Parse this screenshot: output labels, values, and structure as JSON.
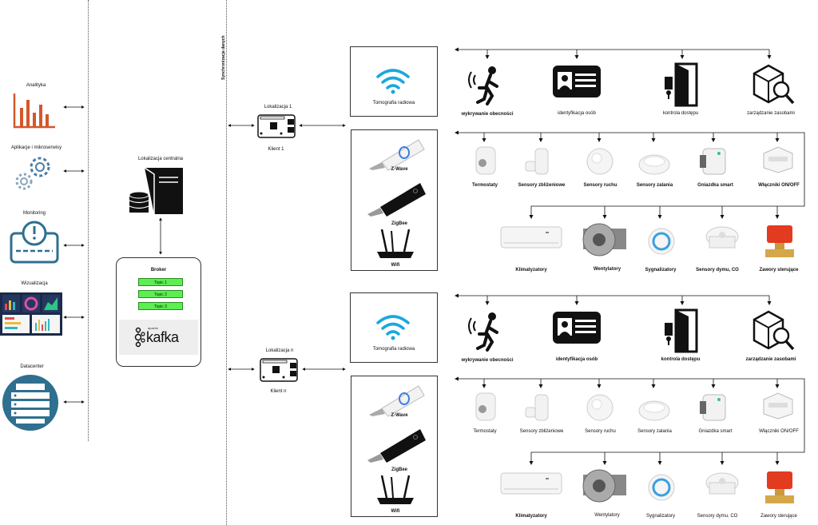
{
  "left_column": {
    "items": [
      {
        "label": "Analityka",
        "icon": "bar-chart-icon"
      },
      {
        "label": "Aplikacje i mikroserwisy",
        "icon": "gears-icon"
      },
      {
        "label": "Monitoring",
        "icon": "monitoring-alert-icon"
      },
      {
        "label": "Wizualizacja",
        "icon": "dashboard-icon"
      },
      {
        "label": "Datacenter",
        "icon": "datacenter-icon"
      }
    ]
  },
  "central": {
    "title": "Lokalizacja centralna",
    "icon": "server-icon",
    "broker": {
      "title": "Broker",
      "topics": [
        "Topic 1",
        "Topic 2",
        "Topic 3"
      ],
      "logo_text": "kafka",
      "logo_small": "apache"
    }
  },
  "sync_label": "Synchronizacja danych",
  "locations": [
    {
      "title": "Lokalizacja 1",
      "client": "Klient 1",
      "radio_label": "Tomografia radiowa",
      "protocols": [
        "Z-Wave",
        "ZigBee",
        "Wifi"
      ],
      "access_items": [
        "wykrywanie obecności",
        "identyfikacja osób",
        "kontrola dostępu",
        "zarządzanie zasobami"
      ],
      "sensors_row1": [
        "Termostaty",
        "Sensory zbliżeniowe",
        "Sensory ruchu",
        "Sensory zalania",
        "Gniazdka smart",
        "Włączniki ON/OFF"
      ],
      "sensors_row2": [
        "Klimatyzatory",
        "Wentylatory",
        "Sygnalizatory",
        "Sensory dymu, CO",
        "Zawory sterujące"
      ]
    },
    {
      "title": "Lokalizacja n",
      "client": "Klient n",
      "radio_label": "Tomografia radiowa",
      "protocols": [
        "Z-Wave",
        "ZigBee",
        "Wifi"
      ],
      "access_items": [
        "wykrywanie obecności",
        "identyfikacja osób",
        "kontrola dostępu",
        "zarządzanie zasobami"
      ],
      "sensors_row1": [
        "Termostaty",
        "Sensory zbliżeniowe",
        "Sensory ruchu",
        "Sensory zalania",
        "Gniazdka smart",
        "Włączniki ON/OFF"
      ],
      "sensors_row2": [
        "Klimatyzatory",
        "Wentylatory",
        "Sygnalizatory",
        "Sensory dymu, CO",
        "Zawory sterujące"
      ]
    }
  ],
  "colors": {
    "analytics_orange": "#d4572a",
    "gear_blue": "#4a7da8",
    "teal": "#2f6f8f",
    "wifi_blue": "#1aa7e0",
    "topic_green": "#5bef4f",
    "valve_red": "#e23b1f"
  }
}
